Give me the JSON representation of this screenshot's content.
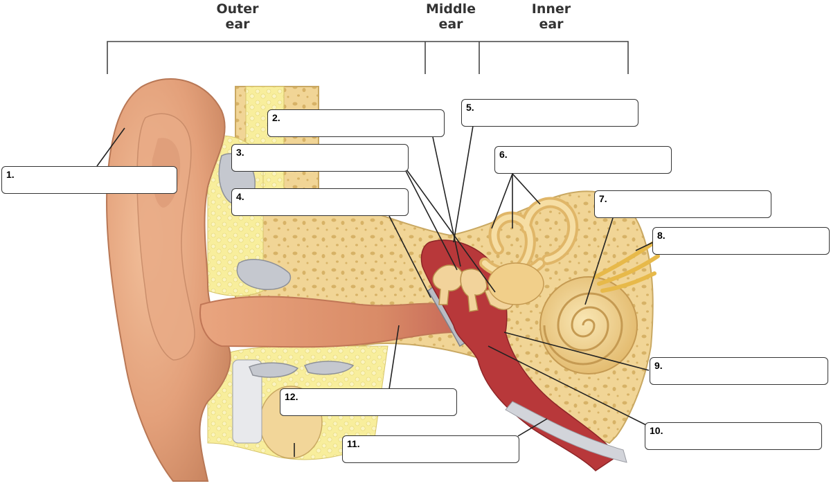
{
  "sections": {
    "outer": "Outer\near",
    "middle": "Middle\near",
    "inner": "Inner\near"
  },
  "labels": [
    "1.",
    "2.",
    "3.",
    "4.",
    "5.",
    "6.",
    "7.",
    "8.",
    "9.",
    "10.",
    "11.",
    "12."
  ],
  "answers": [
    "",
    "",
    "",
    "",
    "",
    "",
    "",
    "",
    "",
    "",
    "",
    ""
  ],
  "colors": {
    "skin": "#e8a57f",
    "skin_dark": "#c9805a",
    "bone": "#f2d99b",
    "bone_dark": "#c9a862",
    "cartilage": "#f7ec9a",
    "canal_red": "#b8383a",
    "membrane_gray": "#b9bcc4",
    "label_border": "#333333"
  }
}
